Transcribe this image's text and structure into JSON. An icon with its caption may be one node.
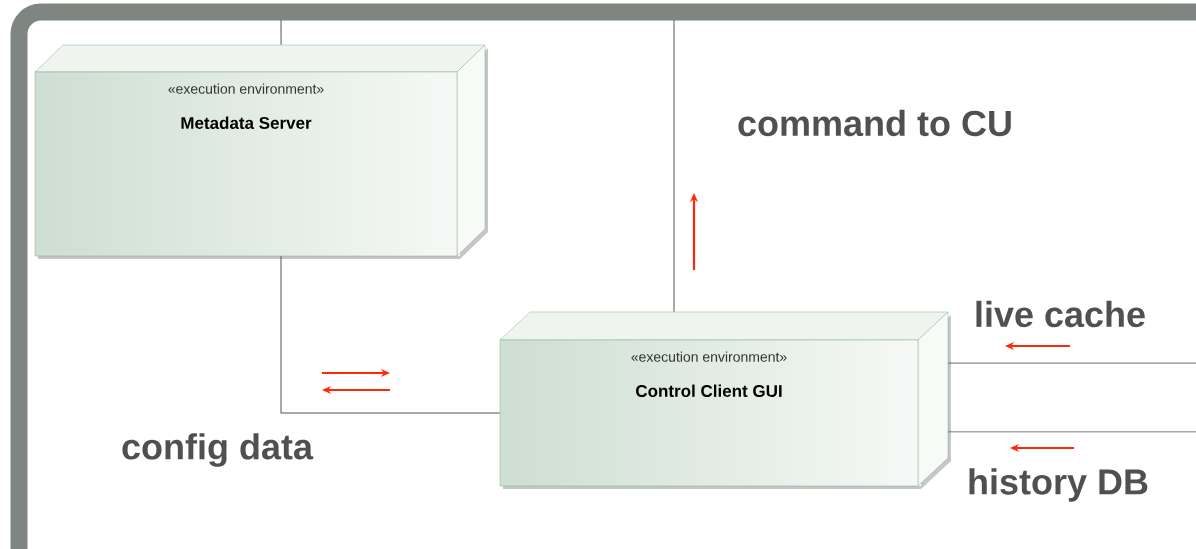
{
  "diagram": {
    "nodes": [
      {
        "text": [
          "«execution environment»",
          "Metadata Server"
        ]
      },
      {
        "text": [
          "«execution environment»",
          "Control Client GUI"
        ]
      }
    ],
    "edges": [
      {
        "from": 0,
        "to": 1,
        "arrow": "none",
        "label": "config data"
      },
      {
        "from": 1,
        "to": null,
        "arrow": "none",
        "label": "command to CU"
      },
      {
        "from": null,
        "to": 1,
        "arrow": "none",
        "label": "live cache"
      },
      {
        "from": null,
        "to": 1,
        "arrow": "none",
        "label": "history DB"
      },
      {
        "from": null,
        "to": 0,
        "arrow": "none"
      }
    ]
  }
}
